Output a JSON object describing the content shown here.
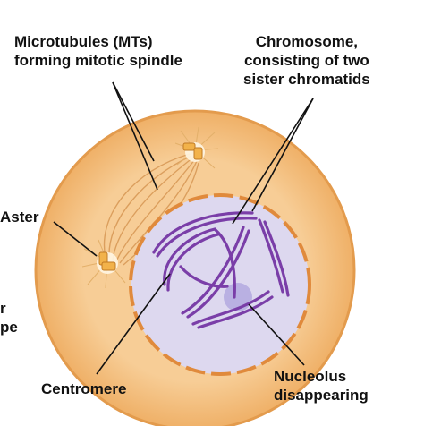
{
  "labels": {
    "microtubules": [
      "Microtubules (MTs)",
      "forming mitotic spindle"
    ],
    "chromosome": [
      "Chromosome,",
      "consisting of two",
      "sister chromatids"
    ],
    "aster": "Aster",
    "left_fragment": [
      "r",
      "pe"
    ],
    "centromere": "Centromere",
    "nucleolus": [
      "Nucleolus",
      "disappearing"
    ]
  },
  "colors": {
    "cell_fill": "#f6c88f",
    "cell_edge": "#e8a15a",
    "nucleus_fill": "#dcd6ee",
    "envelope": "#e08a3c",
    "chromosome": "#7a3ea8",
    "nucleolus": "#b7aee0",
    "centrosome": "#f2b24a",
    "leader": "#111111"
  }
}
